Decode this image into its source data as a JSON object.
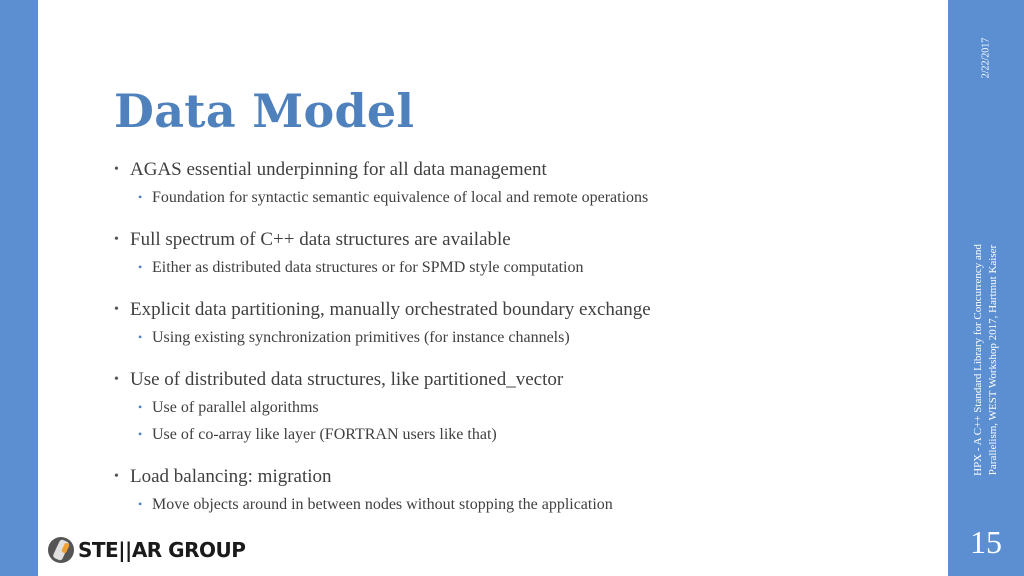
{
  "slide": {
    "title": "Data Model",
    "date": "2/22/2017",
    "footer_line1": "HPX - A C++ Standard Library for Concurrency and",
    "footer_line2": "Parallelism, WEST Workshop 2017, Hartmut Kaiser",
    "number": "15",
    "logo_text": "STE||AR GROUP"
  },
  "bullets": [
    {
      "text": "AGAS essential underpinning for all data management",
      "sub": [
        "Foundation for syntactic semantic equivalence of local and remote operations"
      ]
    },
    {
      "text": "Full spectrum of C++ data structures are available",
      "sub": [
        "Either as distributed data structures or for SPMD style computation"
      ]
    },
    {
      "text": "Explicit data partitioning, manually orchestrated boundary exchange",
      "sub": [
        "Using existing synchronization primitives (for instance channels)"
      ]
    },
    {
      "text": "Use of distributed data structures, like partitioned_vector",
      "sub": [
        "Use of parallel algorithms",
        "Use of co-array like layer (FORTRAN users like that)"
      ]
    },
    {
      "text": "Load balancing: migration",
      "sub": [
        "Move objects around in between nodes without stopping the application"
      ]
    }
  ],
  "colors": {
    "accent": "#5b8fd1",
    "title": "#4f81bd",
    "text": "#404040"
  }
}
